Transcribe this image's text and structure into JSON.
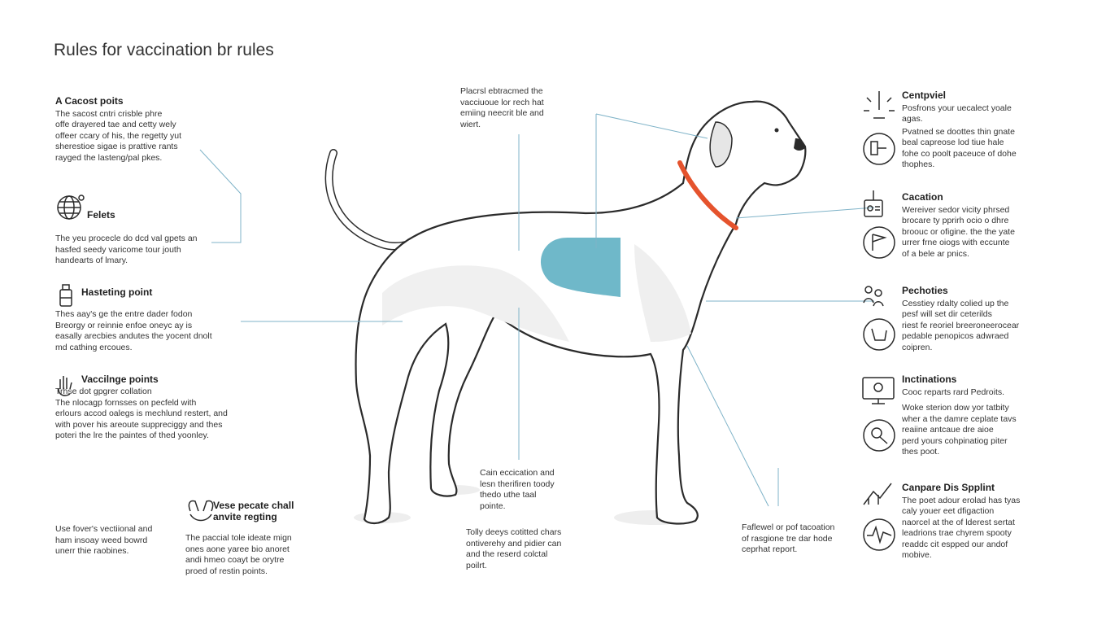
{
  "title": "Rules for vaccination br rules",
  "center_notes": {
    "top": "Placrsl ebtracmed the\nvacciuoue lor rech hat\nemiing neecrit ble and\nwiert.",
    "middle": "Cain eccication and\nlesn therifiren toody\nthedo uthe taal\npointe.",
    "bottom": "Tolly deeys cotitted chars\nontiverehy and pidier can\nand the reserd colctal\npoilrt.",
    "right_bottom": "Faflewel or pof tacoation\nof rasgione tre dar hode\nceprhat report."
  },
  "left": {
    "block1": {
      "head": "A Cacost poits",
      "body": "The sacost cntri crisble phre\noffe drayered tae and cetty wely\noffeer ccary of his, the regetty yut\nsherestioe sigae is prattive rants\nrayged the lasteng/pal pkes."
    },
    "block2": {
      "head": "Felets",
      "body": "The yeu procecle do dcd val gpets an\nhasfed seedy varicome tour jouth\nhandearts of lmary."
    },
    "block3": {
      "head": "Hasteting point",
      "body": "Thes aay's ge the entre dader fodon\nBreorgy or reinnie enfoe oneyc ay is\neasally arecbies andutes the yocent dnolt\nmd cathing ercoues."
    },
    "block4": {
      "head": "Vaccilnge points",
      "body": "Trhse dot gpgrer collation\nThe nlocagp fornsses on pecfeld with\nerlours accod oalegs is mechlund restert, and\nwith pover his areoute suppreciggy and thes\npoteri the lre the paintes of thed yoonley."
    },
    "block5": {
      "head": "",
      "body": "Use fover's vectiional and\nham insoay weed bowrd\nunerr thie raobines."
    },
    "block6": {
      "head": "Vese pecate chall\nanvite regting",
      "body": "The paccial tole ideate mign\nones aone yaree bio anoret\nandi hmeo coayt be orytre\nproed of restin points."
    }
  },
  "right": {
    "block1": {
      "head": "Centpviel",
      "body1": "Posfrons your uecalect yoale\nagas.",
      "body2": "Pvatned se doottes thin gnate\nbeal capreose lod tiue hale\nfohe co poolt paceuce of dohe\nthophes."
    },
    "block2": {
      "head": "Cacation",
      "body1": "Wereiver sedor vicity phrsed\nbrocare ty pprirh ocio o dhre\nbroouc or ofigine. the the yate\nurrer frne oiogs with eccunte\nof a bele ar pnics."
    },
    "block3": {
      "head": "Pechoties",
      "body1": "Cesstiey rdalty colied up the\npesf will set dir ceterilds\nriest fe reoriel breeroneerocear\npedable penopicos adwraed\ncoipren."
    },
    "block4": {
      "head": "Inctinations",
      "body1": "Cooc reparts rard Pedroits.",
      "body2": "Woke sterion dow yor tatbity\nwher a the damre ceplate tavs\nreaiine antcaue dre aioe\nperd yours cohpinatiog piter\nthes poot."
    },
    "block5": {
      "head": "Canpare Dis Spplint",
      "body1": "The poet adour erolad has tyas\ncaly youer eet dfigaction\nnaorcel at the of lderest sertat\nleadrions trae chyrem spooty\nreaddc cit espped our andof\nmobive."
    }
  },
  "colors": {
    "accent_line": "#7fb3c8",
    "vaccine_patch": "#6fb8c9",
    "collar": "#e5532d",
    "dog_outline": "#2b2b2b"
  },
  "icons": [
    "globe-icon",
    "bottle-icon",
    "hand-icon",
    "bandage-icon",
    "sun-alert-icon",
    "thermometer-icon",
    "id-card-icon",
    "flag-icon",
    "people-icon",
    "hand-care-icon",
    "monitor-icon",
    "search-icon",
    "chart-icon",
    "heartbeat-icon"
  ]
}
